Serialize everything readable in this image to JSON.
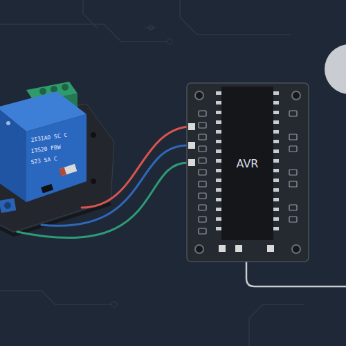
{
  "diagram": {
    "nodes": [
      {
        "text": [
          "AVR"
        ]
      }
    ],
    "labels": [
      "2I3IAO SC C",
      "I3S20 FBW",
      "S23 SA C"
    ]
  }
}
